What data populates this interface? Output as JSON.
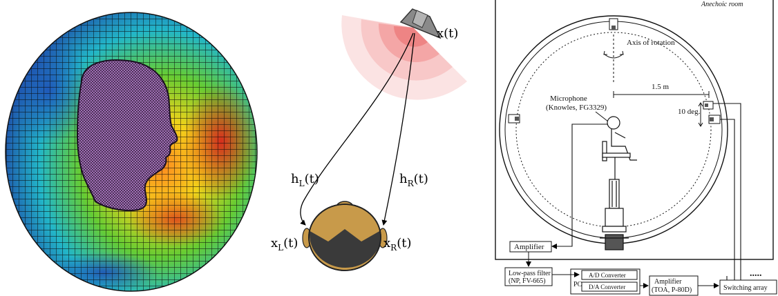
{
  "panel_left": {
    "description_name": "head-mesh-sphere"
  },
  "panel_middle": {
    "source_label": "x(t)",
    "left_transfer": {
      "base": "h",
      "sub": "L",
      "arg": "(t)"
    },
    "right_transfer": {
      "base": "h",
      "sub": "R",
      "arg": "(t)"
    },
    "left_ear": {
      "base": "x",
      "sub": "L",
      "arg": "(t)"
    },
    "right_ear": {
      "base": "x",
      "sub": "R",
      "arg": "(t)"
    }
  },
  "panel_right": {
    "room_label": "Anechoic room",
    "axis_label": "Axis of rotation",
    "distance_label": "1.5 m",
    "angle_label": "10 deg.",
    "microphone_line1": "Microphone",
    "microphone_line2": "(Knowles, FG3329)",
    "amplifier_top": "Amplifier",
    "lowpass_line1": "Low-pass filter",
    "lowpass_line2": "(NP, FV-665)",
    "pc_label": "PC",
    "ad_label": "A/D Converter",
    "da_label": "D/A Converter",
    "amp_line1": "Amplifier",
    "amp_line2": "(TOA, P-80D)",
    "switching": "Switching array",
    "dots": "....."
  },
  "colors": {
    "mesh_line": "#0a0a0a",
    "head_fill": "#b07ac8",
    "source_wave": "#f05a5a",
    "head_top_fill": "#c89a4a",
    "hair_fill": "#3a3a3a"
  }
}
